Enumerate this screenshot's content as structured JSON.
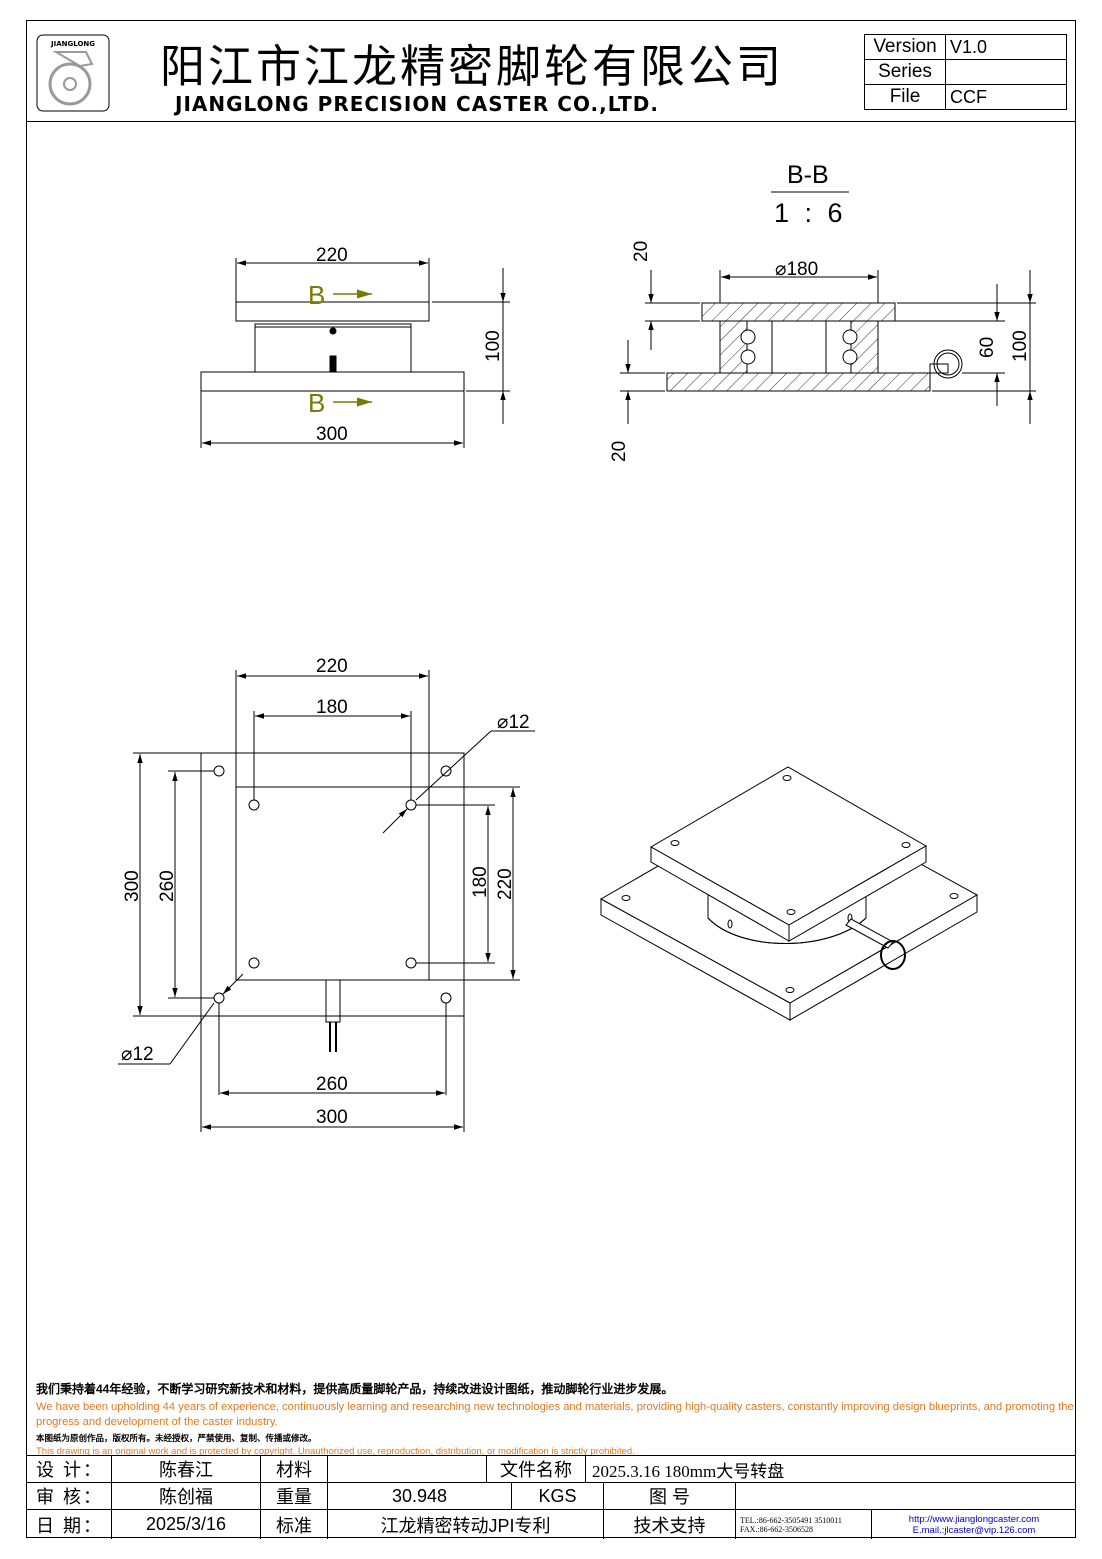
{
  "header": {
    "company_cn": "阳江市江龙精密脚轮有限公司",
    "company_en": "JIANGLONG PRECISION CASTER CO.,LTD.",
    "logo_text": "JIANGLONG",
    "version_label": "Version",
    "version_value": "V1.0",
    "series_label": "Series",
    "series_value": "",
    "file_label": "File",
    "file_value": "CCF"
  },
  "section": {
    "title": "B-B",
    "scale": "1 : 6",
    "cut_marker": "B"
  },
  "dims": {
    "front_top_width": "220",
    "front_height": "100",
    "front_base_width": "300",
    "sec_diameter": "⌀180",
    "sec_top_thick": "20",
    "sec_base_thick": "20",
    "sec_mid": "60",
    "sec_total": "100",
    "plan_220_top": "220",
    "plan_180_top": "180",
    "plan_hole_top": "⌀12",
    "plan_300_left": "300",
    "plan_260_left": "260",
    "plan_180_right": "180",
    "plan_220_right": "220",
    "plan_hole_bottom": "⌀12",
    "plan_260_bottom": "260",
    "plan_300_bottom": "300"
  },
  "notes": {
    "cn": "我们秉持着44年经验，不断学习研究新技术和材料，提供高质量脚轮产品，持续改进设计图纸，推动脚轮行业进步发展。",
    "en": "We have been upholding 44 years of experience, continuously learning and researching new technologies and materials, providing high-quality casters, constantly improving design blueprints, and promoting the progress and development of the caster industry.",
    "cn2": "本图纸为原创作品，版权所有。未经授权，严禁使用、复制、传播或修改。",
    "en2": "This drawing is an original work and is protected by copyright. Unauthorized use, reproduction, distribution, or modification is strictly prohibited."
  },
  "titleblock": {
    "design_label": "设 计：",
    "design_value": "陈春江",
    "material_label": "材料",
    "material_value": "",
    "filename_label": "文件名称",
    "filename_value": "2025.3.16 180mm大号转盘",
    "review_label": "审 核：",
    "review_value": "陈创福",
    "weight_label": "重量",
    "weight_value": "30.948",
    "weight_unit": "KGS",
    "drawing_no_label": "图    号",
    "drawing_no_value": "",
    "date_label": "日 期：",
    "date_value": "2025/3/16",
    "standard_label": "标准",
    "standard_value": "江龙精密转动JPI专利",
    "support_label": "技术支持",
    "tel": "TEL.:86-662-3505491 3510011",
    "fax": "FAX.:86-662-3506528",
    "web": "http://www.jianglongcaster.com",
    "email": "E.mail.:jlcaster@vip.126.com"
  },
  "colors": {
    "cut_marker": "#7a7a00",
    "notes_en": "#e07a1e",
    "link": "#0000cc"
  }
}
